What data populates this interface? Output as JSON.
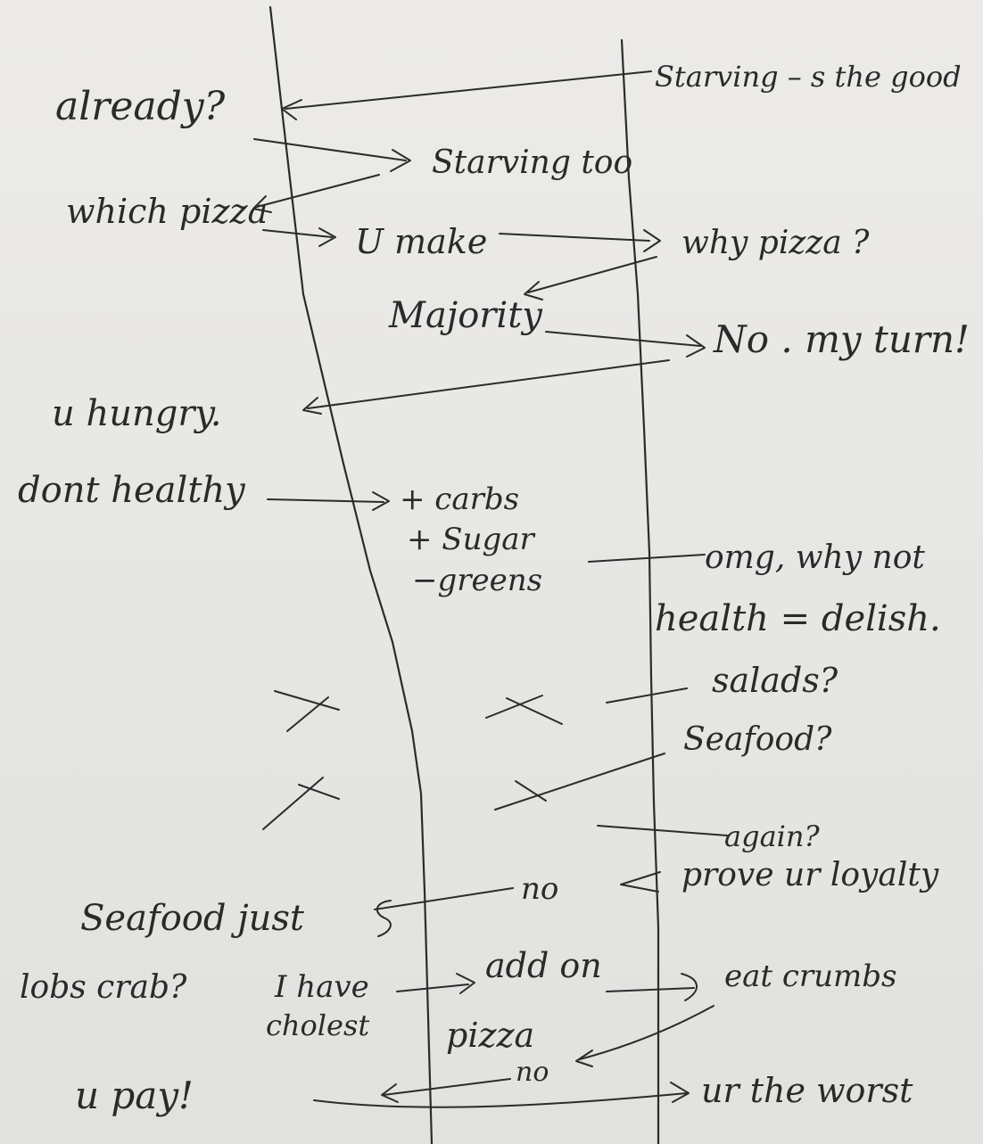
{
  "notes": {
    "left": {
      "already": "already?",
      "which_pizza": "which pizza",
      "u_hungry": "u hungry.",
      "dont_healthy": "dont healthy",
      "seafood_just": "Seafood just",
      "lobs_crab": "lobs crab?",
      "u_pay": "u pay!"
    },
    "middle": {
      "starving_too": "Starving too",
      "u_make": "U make",
      "majority": "Majority",
      "carbs": "+ carbs",
      "sugar": "+ Sugar",
      "greens": "−greens",
      "no_1": "no",
      "i_have": "I have",
      "cholest": "cholest",
      "add_on": "add on",
      "pizza": "pizza",
      "no_2": "no"
    },
    "right": {
      "starving_s_the_good": "Starving – s the good",
      "why_pizza": "why pizza ?",
      "no_my_turn": "No . my turn!",
      "omg_why_not": "omg, why not",
      "health_delish": "health = delish.",
      "salads": "salads?",
      "seafood": "Seafood?",
      "again": "again?",
      "prove_ur_loyalty": "prove ur loyalty",
      "eat_crumbs": "eat crumbs",
      "ur_the_worst": "ur the worst"
    }
  },
  "marks": {
    "cross_count": 4
  },
  "colors": {
    "ink": "#2b2b2b",
    "paper": "#e9e9e6"
  }
}
